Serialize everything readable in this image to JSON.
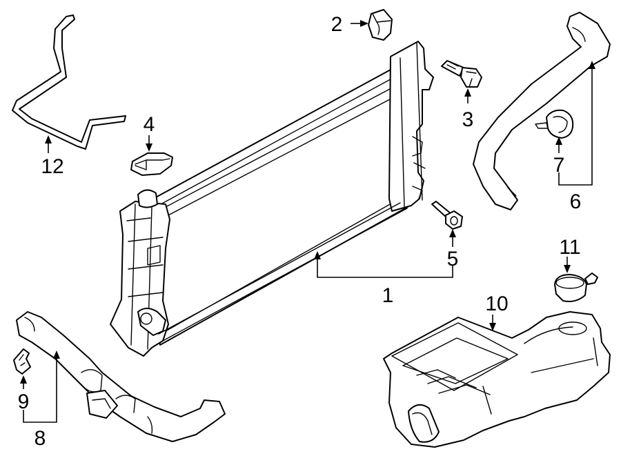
{
  "callouts": [
    {
      "id": "c1",
      "label": "1"
    },
    {
      "id": "c2",
      "label": "2"
    },
    {
      "id": "c3",
      "label": "3"
    },
    {
      "id": "c4",
      "label": "4"
    },
    {
      "id": "c5",
      "label": "5"
    },
    {
      "id": "c6",
      "label": "6"
    },
    {
      "id": "c7",
      "label": "7"
    },
    {
      "id": "c8",
      "label": "8"
    },
    {
      "id": "c9",
      "label": "9"
    },
    {
      "id": "c10",
      "label": "10"
    },
    {
      "id": "c11",
      "label": "11"
    },
    {
      "id": "c12",
      "label": "12"
    }
  ],
  "colors": {
    "line": "#000000",
    "fill": "#ffffff"
  }
}
